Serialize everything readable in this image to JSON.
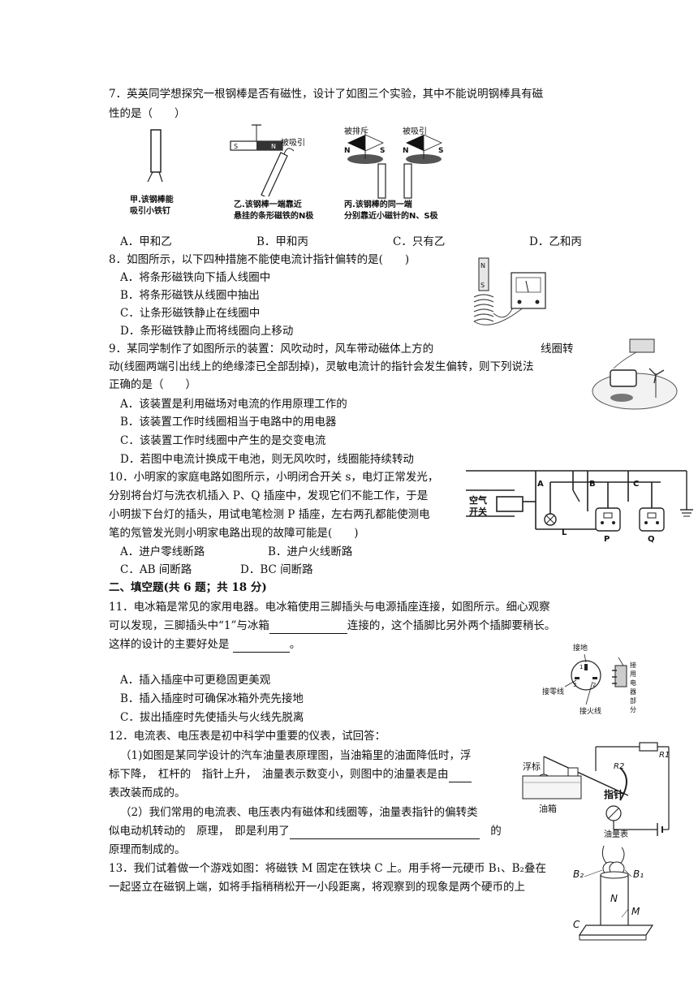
{
  "q7": {
    "line1": "7．英英同学想探究一根钢棒是否有磁性，设计了如图三个实验，其中不能说明钢棒具有磁",
    "line2": "性的是（　　）",
    "fig_jia_caption": [
      "甲.该钢棒能",
      "吸引小铁钉"
    ],
    "fig_yi_label": "被吸引",
    "fig_yi_caption": [
      "乙.该钢棒一端靠近",
      "悬挂的条形磁铁的N极"
    ],
    "fig_bing_label_left": "被排斥",
    "fig_bing_label_right": "被吸引",
    "fig_bing_caption": [
      "丙.该钢棒的同一端",
      "分别靠近小磁针的N、S极"
    ],
    "options": [
      "A．甲和乙",
      "B．甲和丙",
      "C．只有乙",
      "D．乙和丙"
    ]
  },
  "q8": {
    "stem": "8．如图所示，以下四种措施不能使电流计指针偏转的是(　　)",
    "options": [
      "A．将条形磁铁向下插人线圈中",
      "B．将条形磁铁从线圈中抽出",
      "C．让条形磁铁静止在线圈中",
      "D．条形磁铁静止而将线圈向上移动"
    ]
  },
  "q9": {
    "line1a": "9．某同学制作了如图所示的装置：风吹动时，风车带动磁体上方的",
    "line1b": "线圈转",
    "line2": "动(线圈两端引出线上的绝缘漆已全部刮掉)，灵敏电流计的指针会发生偏转，则下列说法",
    "line3": "正确的是（　　）",
    "options": [
      "A．该装置是利用磁场对电流的作用原理工作的",
      "B．该装置工作时线圈相当于电路中的用电器",
      "C．该装置工作时线圈中产生的是交变电流",
      "D．若图中电流计换成干电池，则无风吹时，线圈能持续转动"
    ]
  },
  "q10": {
    "line1": "10．小明家的家庭电路如图所示，小明闭合开关 s，电灯正常发光，",
    "line2": "分别将台灯与洗衣机插入 P、Q 插座中，发现它们不能工作，于是",
    "line3": "小明拔下台灯的插头，用试电笔检测 P 插座，左右两孔都能使测电",
    "line4": "笔的氖管发光则小明家电路出现的故障可能是(　　)",
    "options": [
      "A．进户零线断路",
      "B．进户火线断路",
      "C．AB 间断路",
      "D．BC 间断路"
    ],
    "circuit_labels": {
      "switch": [
        "空气",
        "开关"
      ],
      "A": "A",
      "B": "B",
      "C": "C",
      "L": "L",
      "P": "P",
      "Q": "Q"
    }
  },
  "section2": "二、填空题(共 6 题；共 18 分)",
  "q11": {
    "line1": "11．电冰箱是常见的家用电器。电冰箱使用三脚插头与电源插座连接，如图所示。细心观察",
    "line2a": "可以发现，三脚插头中“1”与冰箱",
    "line2b": "连接的，这个插脚比另外两个插脚要稍长。",
    "line3a": "这样的设计的主要好处是",
    "line3b": "。",
    "options": [
      "A．插入插座中可更稳固更美观",
      "B．插入插座时可确保冰箱外壳先接地",
      "C．拔出插座时先使插头与火线先脱离"
    ],
    "plug_labels": {
      "ground": "接地",
      "neutral": "接零线",
      "live": "接火线",
      "appliance": [
        "接",
        "用",
        "电",
        "器",
        "部",
        "分"
      ],
      "pins": [
        "1",
        "2",
        "3"
      ]
    }
  },
  "q12": {
    "stem": "12．电流表、电压表是初中科学中重要的仪表，试回答：",
    "p1_line1": "（1)如图是某同学设计的汽车油量表原理图，当油箱里的油面降低时，浮",
    "p1_line2": "标下降，　杠杆的　指针上升，　油量表示数变小，则图中的油量表是由",
    "p1_line3": "表改装而成的。",
    "p2_line1": "（2）我们常用的电流表、电压表内有磁体和线圈等，油量表指针的偏转类",
    "p2_line2a": "似电动机转动的　原理，　即是利用了",
    "p2_line2b": "的",
    "p2_line3": "原理而制成的。",
    "fig_labels": {
      "float": "浮标",
      "tank": "油箱",
      "pointer": "指针",
      "gauge": "油量表",
      "R1": "R1",
      "R2": "R2"
    }
  },
  "q13": {
    "line1": "13．我们试着做一个游戏如图：将磁铁 M 固定在铁块 C 上。用手将一元硬币 B₁、B₂叠在",
    "line2": "一起竖立在磁钢上端，如将手指稍稍松开一小段距离，将观察到的现象是两个硬币的上",
    "fig_labels": {
      "B2": "B₂",
      "B1": "B₁",
      "N": "N",
      "M": "M",
      "C": "C"
    }
  }
}
